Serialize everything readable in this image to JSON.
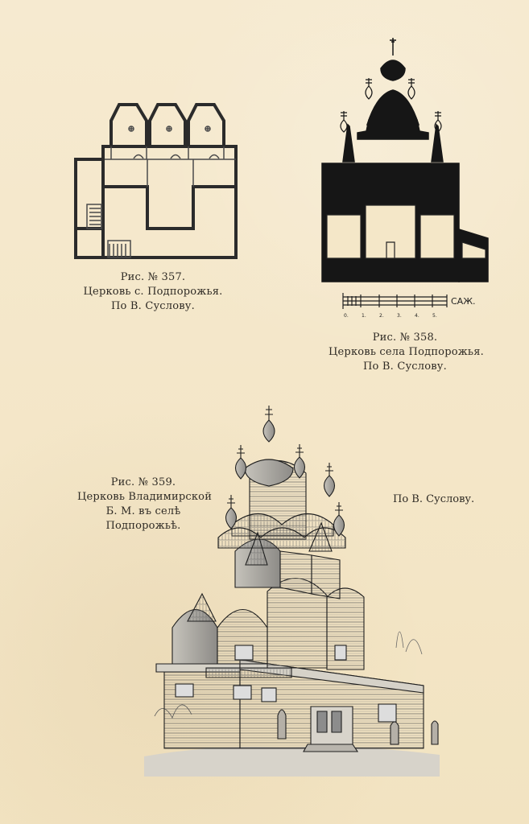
{
  "figures": {
    "fig357": {
      "caption_number": "Рис. № 357.",
      "caption_title": "Церковь с. Подпорожья.",
      "caption_source": "По В. Суслову."
    },
    "fig358": {
      "caption_number": "Рис. № 358.",
      "caption_title": "Церковь села Подпорожья.",
      "caption_source": "По В. Суслову.",
      "scale_unit": "САЖ.",
      "scale_ticks": [
        "0.",
        "1.",
        "2.",
        "3.",
        "4.",
        "5."
      ]
    },
    "fig359": {
      "caption_number": "Рис. № 359.",
      "caption_line_1": "Церковь Владимирской",
      "caption_line_2": "Б. М. въ селѣ",
      "caption_line_3": "Подпорожьѣ.",
      "caption_source": "По В. Суслову."
    }
  }
}
